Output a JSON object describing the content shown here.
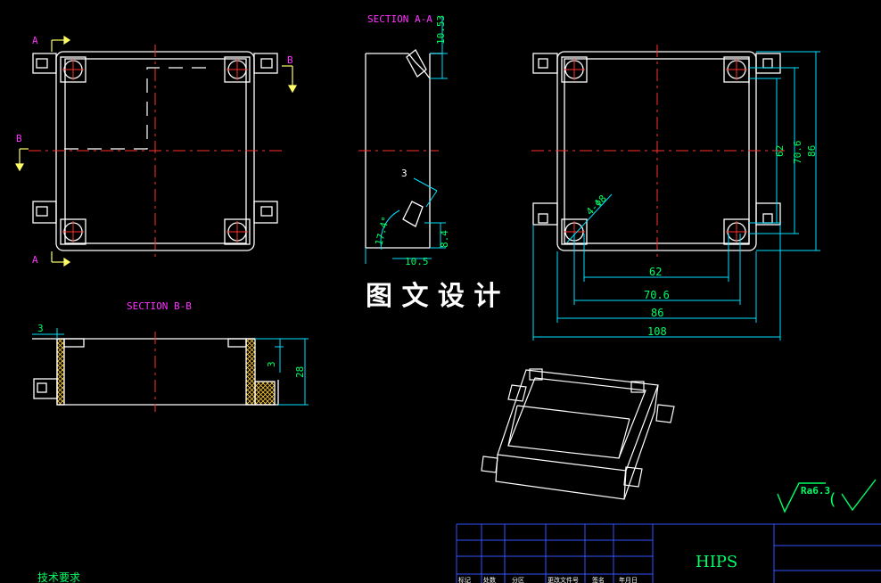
{
  "colors": {
    "background": "#000000",
    "outline": "#ffffff",
    "centerline": "#ff3030",
    "dimension": "#00e0ff",
    "dimension_text": "#00ff66",
    "section_label": "#ff33ff",
    "section_marker": "#ffff66",
    "watermark": "#ffffff",
    "material": "#00ff66",
    "title_grid": "#3355ff"
  },
  "labels": {
    "section_aa": "SECTION A-A",
    "section_bb": "SECTION B-B",
    "marker_a_top": "A",
    "marker_a_bottom": "A",
    "marker_b_right": "B",
    "marker_b_left": "B",
    "watermark": "图 文 设 计",
    "roughness": "Ra6.3",
    "roughness_paren": "(",
    "tech_requirements": "技术要求",
    "material": "HIPS"
  },
  "dimensions": {
    "aa_top": "10.53",
    "aa_thickness": "3",
    "aa_angle": "17.4°",
    "aa_height": "8.4",
    "aa_width": "10.5",
    "holes": "4-Φ8",
    "inner_62": "62",
    "inner_70_6": "70.6",
    "outer_86": "86",
    "overall_108": "108",
    "right_62": "62",
    "right_70_6": "70.6",
    "right_86": "86",
    "bb_wall": "3",
    "bb_floor": "3",
    "bb_height": "28"
  },
  "title_block": {
    "header_cells": [
      "标记",
      "处数",
      "分区",
      "更改文件号",
      "签名",
      "年月日"
    ]
  }
}
